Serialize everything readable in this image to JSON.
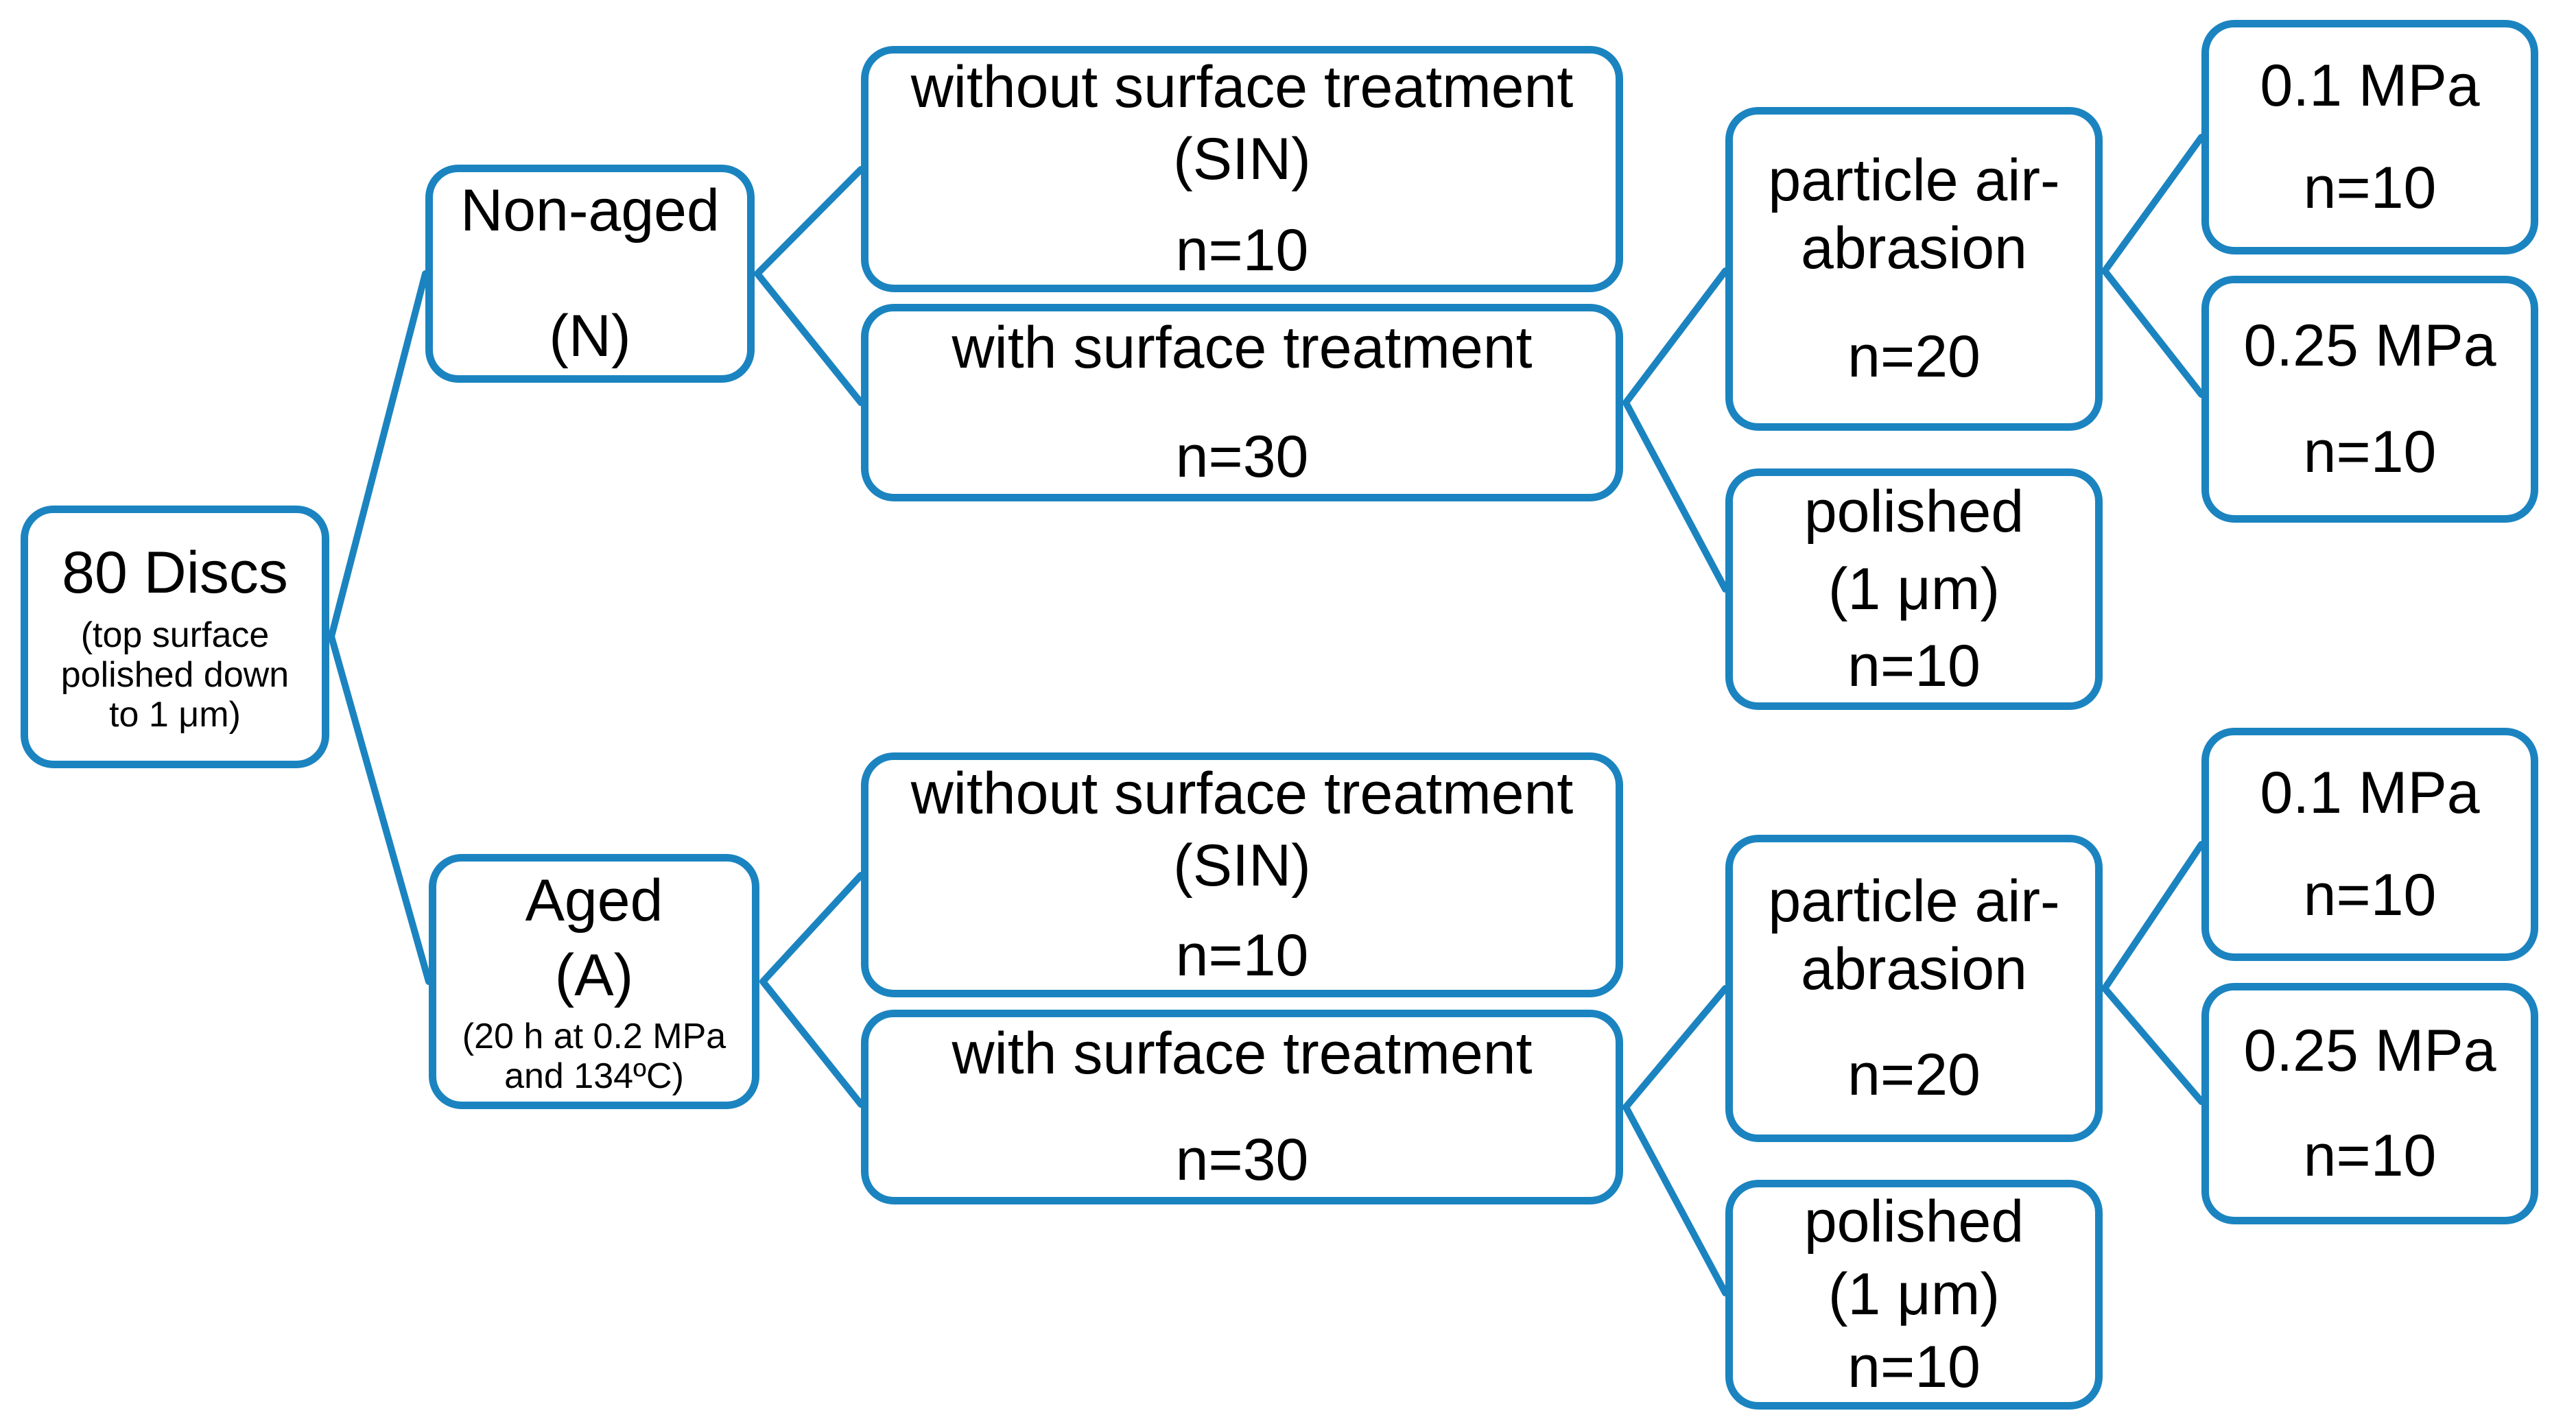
{
  "colors": {
    "accent": "#1b84c0",
    "text": "#000000",
    "background": "#ffffff"
  },
  "nodes": {
    "root": {
      "title": "80 Discs",
      "subtitle": "(top surface polished down to 1 μm)"
    },
    "non_aged": {
      "title": "Non-aged",
      "subtitle": "(N)"
    },
    "aged": {
      "title": "Aged",
      "subtitle": "(A)",
      "note": "(20 h at 0.2 MPa and 134ºC)"
    },
    "n_without": {
      "title": "without surface treatment",
      "subtitle": "(SIN)",
      "n": "n=10"
    },
    "n_with": {
      "title": "with surface treatment",
      "n": "n=30"
    },
    "n_abrasion": {
      "title": "particle air-abrasion",
      "n": "n=20"
    },
    "n_polished": {
      "title": "polished",
      "subtitle": "(1 μm)",
      "n": "n=10"
    },
    "n_p01": {
      "title": "0.1 MPa",
      "n": "n=10"
    },
    "n_p025": {
      "title": "0.25 MPa",
      "n": "n=10"
    },
    "a_without": {
      "title": "without surface treatment",
      "subtitle": "(SIN)",
      "n": "n=10"
    },
    "a_with": {
      "title": "with surface treatment",
      "n": "n=30"
    },
    "a_abrasion": {
      "title": "particle air-abrasion",
      "n": "n=20"
    },
    "a_polished": {
      "title": "polished",
      "subtitle": "(1 μm)",
      "n": "n=10"
    },
    "a_p01": {
      "title": "0.1 MPa",
      "n": "n=10"
    },
    "a_p025": {
      "title": "0.25 MPa",
      "n": "n=10"
    }
  }
}
